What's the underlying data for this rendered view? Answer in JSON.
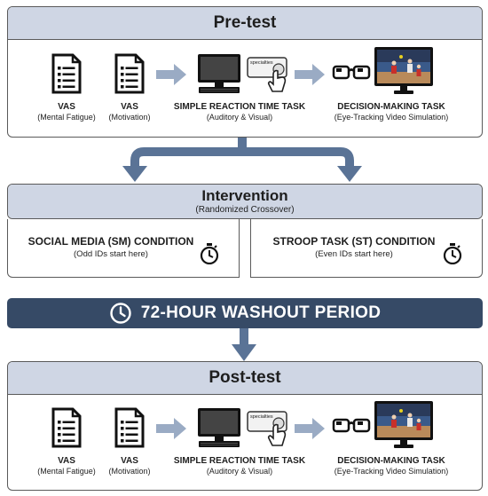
{
  "pretest": {
    "title": "Pre-test",
    "items": [
      {
        "label": "VAS",
        "sub": "(Mental Fatigue)"
      },
      {
        "label": "VAS",
        "sub": "(Motivation)"
      },
      {
        "label": "SIMPLE REACTION TIME TASK",
        "sub": "(Auditory & Visual)"
      },
      {
        "label": "DECISION-MAKING TASK",
        "sub": "(Eye-Tracking Video Simulation)"
      }
    ],
    "device_text": "specialties"
  },
  "intervention": {
    "title": "Intervention",
    "subtitle": "(Randomized Crossover)",
    "conditions": [
      {
        "title": "SOCIAL MEDIA (SM) CONDITION",
        "sub": "(Odd IDs start here)"
      },
      {
        "title": "STROOP TASK (ST) CONDITION",
        "sub": "(Even IDs start here)"
      }
    ]
  },
  "washout": {
    "label": "72-HOUR WASHOUT PERIOD"
  },
  "posttest": {
    "title": "Post-test",
    "items": [
      {
        "label": "VAS",
        "sub": "(Mental Fatigue)"
      },
      {
        "label": "VAS",
        "sub": "(Motivation)"
      },
      {
        "label": "SIMPLE REACTION TIME TASK",
        "sub": "(Auditory & Visual)"
      },
      {
        "label": "DECISION-MAKING TASK",
        "sub": "(Eye-Tracking Video Simulation)"
      }
    ],
    "device_text": "specialties"
  },
  "colors": {
    "header_fill": "#cfd6e4",
    "arrow": "#5a7396",
    "arrow_light": "#9aabc4",
    "washout_fill": "#364a66",
    "border": "#5a5a5a"
  },
  "icons": [
    "document-icon",
    "monitor-icon",
    "response-box-icon",
    "glasses-icon",
    "video-monitor-icon",
    "timer-icon",
    "clock-icon"
  ]
}
